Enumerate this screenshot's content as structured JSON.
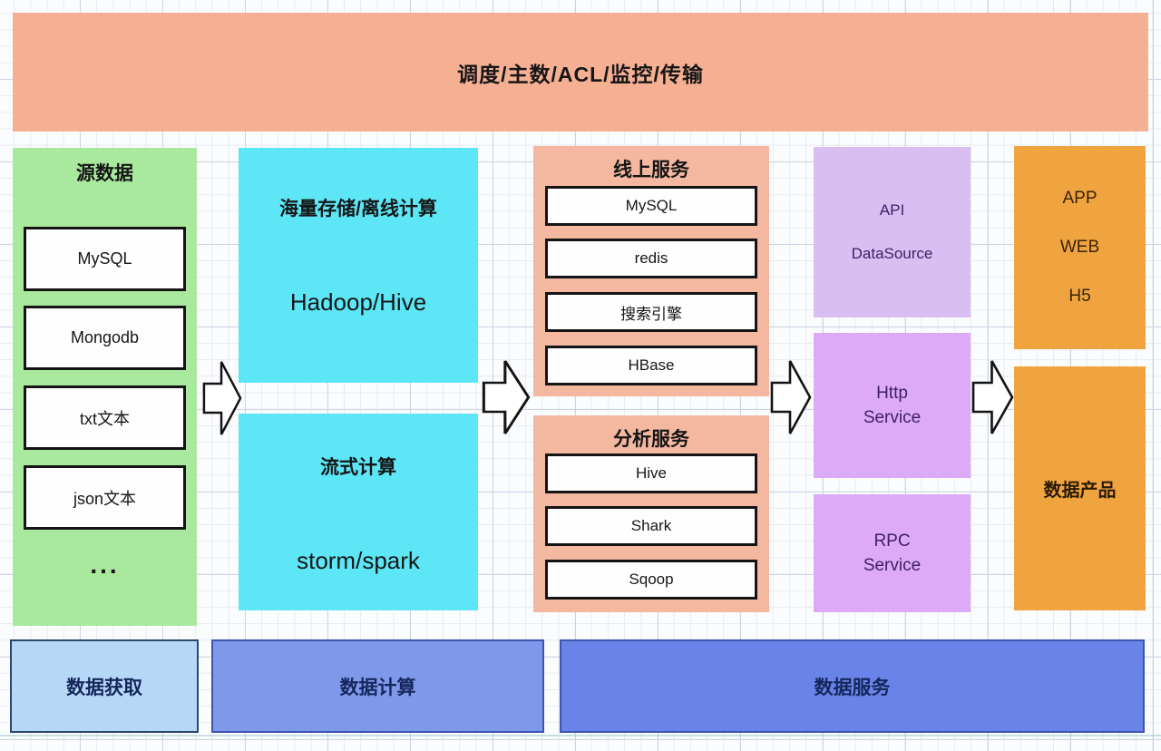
{
  "banner": {
    "label": "调度/主数/ACL/监控/传输"
  },
  "source_column": {
    "title": "源数据",
    "items": [
      "MySQL",
      "Mongodb",
      "txt文本",
      "json文本"
    ],
    "more_label": "..."
  },
  "compute_boxes": [
    {
      "title": "海量存储/离线计算",
      "tech": "Hadoop/Hive"
    },
    {
      "title": "流式计算",
      "tech": "storm/spark"
    }
  ],
  "service_groups": [
    {
      "title": "线上服务",
      "items": [
        "MySQL",
        "redis",
        "搜索引擎",
        "HBase"
      ]
    },
    {
      "title": "分析服务",
      "items": [
        "Hive",
        "Shark",
        "Sqoop"
      ]
    }
  ],
  "interface_boxes": [
    {
      "line1": "API",
      "line2": "DataSource"
    },
    {
      "line1": "Http",
      "line2": "Service"
    },
    {
      "line1": "RPC",
      "line2": "Service"
    }
  ],
  "product_boxes": {
    "channels": [
      "APP",
      "WEB",
      "H5"
    ],
    "data_product": "数据产品"
  },
  "bottom_row": [
    {
      "label": "数据获取"
    },
    {
      "label": "数据计算"
    },
    {
      "label": "数据服务"
    }
  ],
  "colors": {
    "banner": "#f5b093",
    "source_green": "#a9e99e",
    "compute_cyan": "#5ce6f6",
    "service_salmon": "#f4b7a0",
    "interface_purple_light": "#d9bef2",
    "interface_purple": "#dcaaf6",
    "product_orange": "#f0a43f",
    "acquire_blue": "#b7d7f7",
    "compute_blue": "#8098ea",
    "service_blue": "#6a83e8"
  }
}
